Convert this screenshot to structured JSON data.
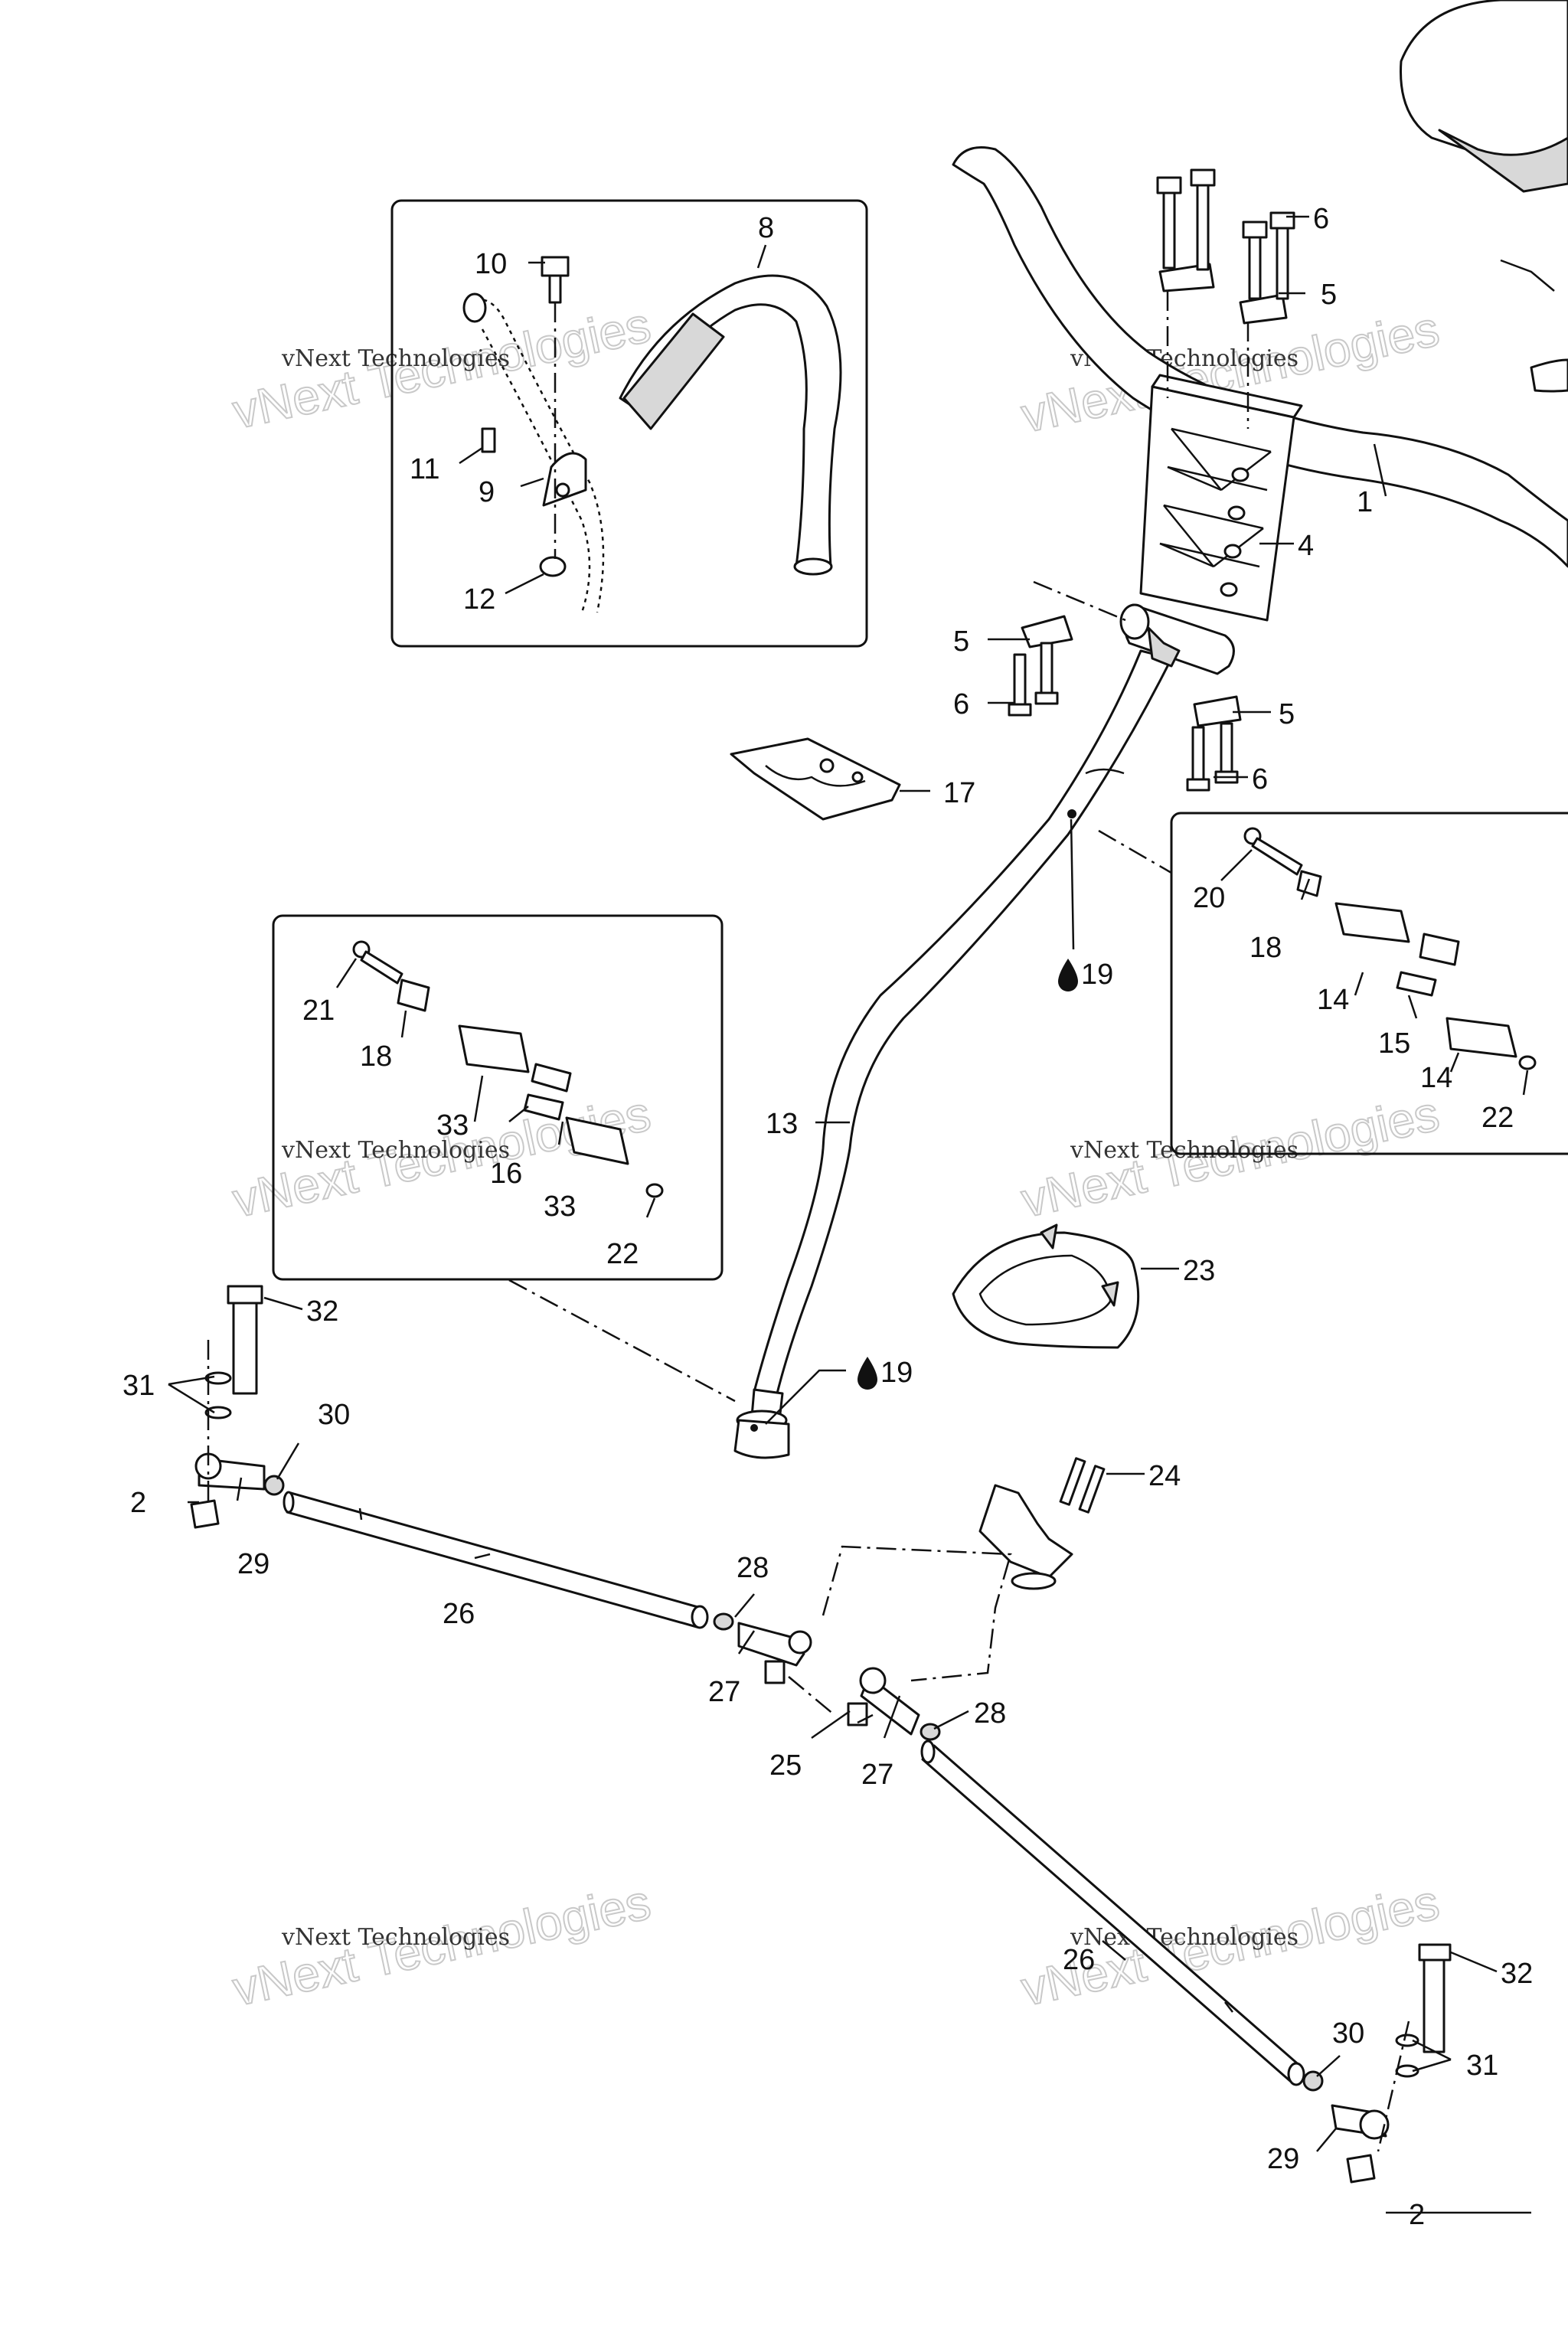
{
  "watermark": {
    "line1": "vNext Technologies",
    "line2": "vNext Technologies"
  },
  "callouts": {
    "c1": "1",
    "c2a": "2",
    "c2b": "2",
    "c4": "4",
    "c5a": "5",
    "c5b": "5",
    "c5c": "5",
    "c6a": "6",
    "c6b": "6",
    "c6c": "6",
    "c8": "8",
    "c9": "9",
    "c10": "10",
    "c11": "11",
    "c12": "12",
    "c13": "13",
    "c14a": "14",
    "c14b": "14",
    "c15": "15",
    "c16": "16",
    "c17": "17",
    "c18a": "18",
    "c18b": "18",
    "c19a": "19",
    "c19b": "19",
    "c20": "20",
    "c21": "21",
    "c22a": "22",
    "c22b": "22",
    "c23": "23",
    "c24": "24",
    "c25": "25",
    "c26a": "26",
    "c26b": "26",
    "c27a": "27",
    "c27b": "27",
    "c28a": "28",
    "c28b": "28",
    "c29a": "29",
    "c29b": "29",
    "c30a": "30",
    "c30b": "30",
    "c31a": "31",
    "c31b": "31",
    "c32a": "32",
    "c32b": "32",
    "c33a": "33",
    "c33b": "33"
  },
  "icons": {
    "drop": "oil-drop-icon"
  }
}
